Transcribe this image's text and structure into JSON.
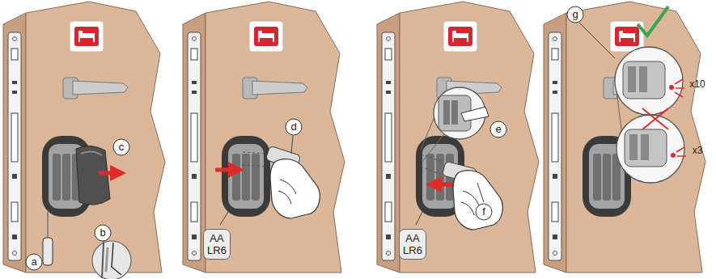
{
  "diagram": {
    "labels": [
      "a",
      "b",
      "c",
      "d",
      "e",
      "f",
      "g",
      "AA LR6",
      "AA LR6",
      "x10",
      "x3"
    ]
  }
}
